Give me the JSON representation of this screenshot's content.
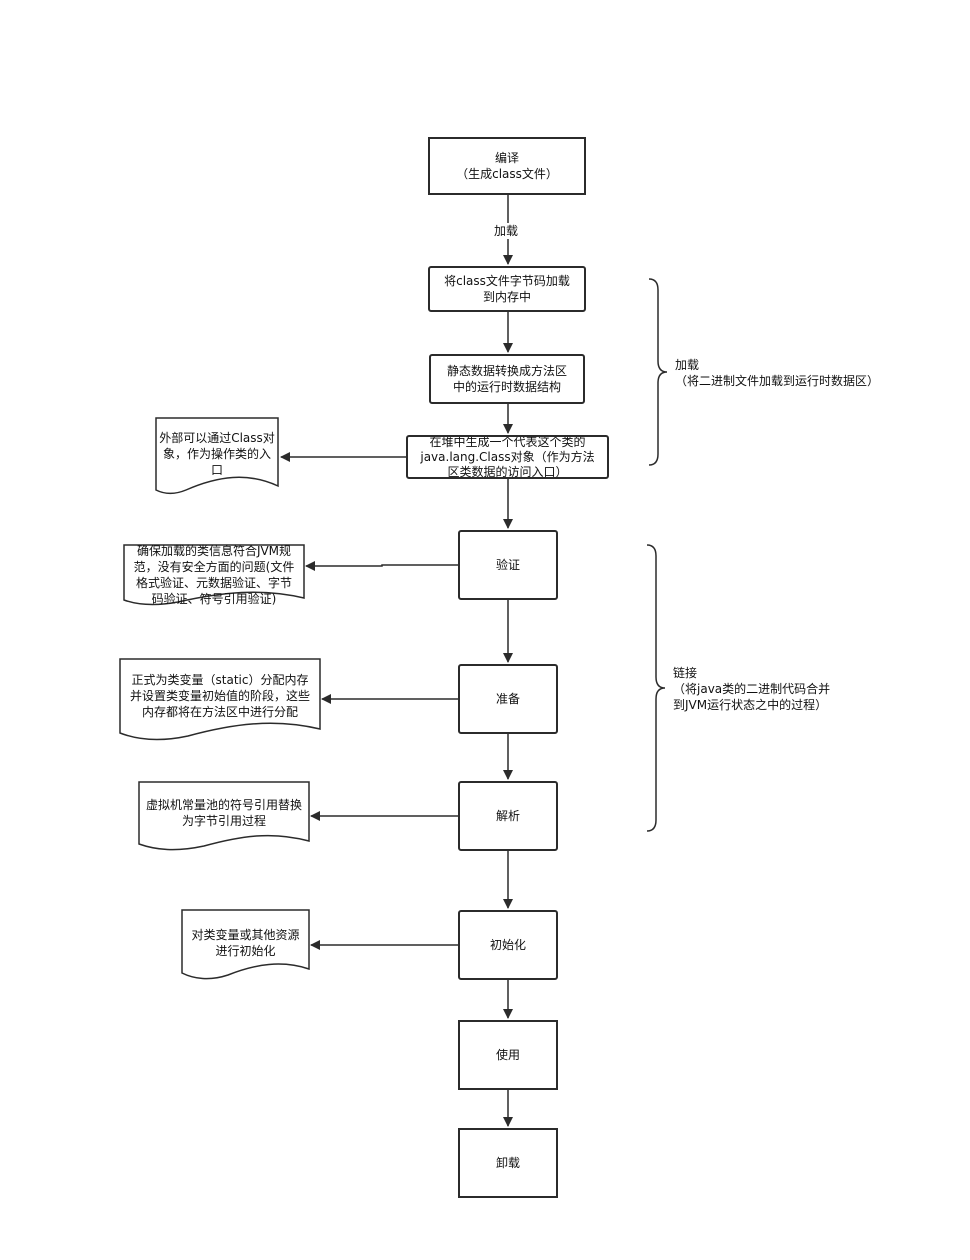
{
  "nodes": {
    "compile": "编译\n（生成class文件）",
    "load_to_memory": "将class文件字节码加载\n到内存中",
    "static_to_runtime": "静态数据转换成方法区\n中的运行时数据结构",
    "generate_class_object": "在堆中生成一个代表这个类的\njava.lang.Class对象（作为方法\n区类数据的访问入口）",
    "verify": "验证",
    "prepare": "准备",
    "resolve": "解析",
    "initialize": "初始化",
    "use": "使用",
    "unload": "卸载"
  },
  "notes": {
    "class_access": "外部可以通过Class对\n象，作为操作类的入\n口",
    "verify_desc": "确保加载的类信息符合JVM规\n范，没有安全方面的问题(文件\n格式验证、元数据验证、字节\n码验证、符号引用验证)",
    "prepare_desc": "正式为类变量（static）分配内存\n并设置类变量初始值的阶段，这些\n内存都将在方法区中进行分配",
    "resolve_desc": "虚拟机常量池的符号引用替换\n为字节引用过程",
    "initialize_desc": "对类变量或其他资源\n进行初始化"
  },
  "edge_labels": {
    "compile_to_load": "加载"
  },
  "groups": {
    "loading": "加载\n（将二进制文件加载到运行时数据区）",
    "linking": "链接\n（将java类的二进制代码合并\n到JVM运行状态之中的过程）"
  }
}
